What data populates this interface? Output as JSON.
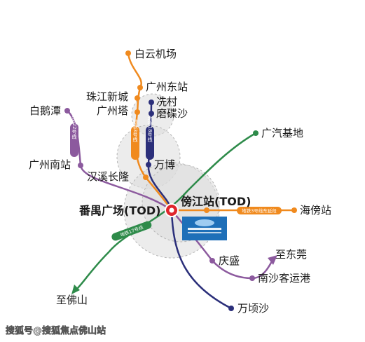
{
  "stations": {
    "baiyun_airport": "白云机场",
    "guangzhou_east": "广州东站",
    "zhujiang_newtown": "珠江新城",
    "canton_tower": "广州塔",
    "xiancun": "冼村",
    "modiesha": "磨碟沙",
    "baietan": "白鹅潭",
    "guangzhou_south": "广州南站",
    "hanxi_changlong": "汉溪长隆",
    "wanbo": "万博",
    "gac_base": "广汽基地",
    "panyu_square": "番禺广场(TOD)",
    "bangjiang_station": "傍江站(TOD)",
    "haibang_station": "海傍站",
    "qingsheng": "庆盛",
    "to_dongguan": "至东莞",
    "nansha_port": "南沙客运港",
    "to_foshan": "至佛山",
    "wanqingsha": "万顷沙"
  },
  "line_tags": {
    "line3": "地铁3号线",
    "line18": "地铁18号线",
    "line22": "地铁22号线",
    "line3_east": "地铁3号线东延段",
    "line17": "地铁17号线"
  },
  "colors": {
    "orange_line": "#f08a1e",
    "navy_line": "#2b2f7a",
    "purple_line": "#8c5a9e",
    "green_line": "#2e8b4a",
    "red_hub": "#e0262c",
    "zone_grey": "#d9d9d9"
  },
  "watermark": "搜狐号@搜狐焦点佛山站",
  "project_logo": "logo"
}
